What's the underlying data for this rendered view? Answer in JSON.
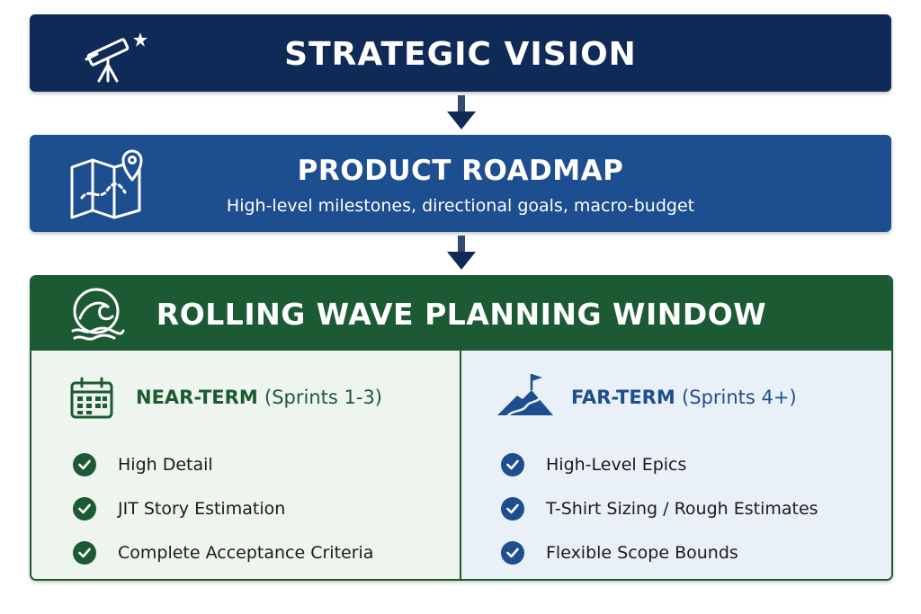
{
  "vision": {
    "title": "STRATEGIC VISION",
    "icon": "telescope-icon"
  },
  "roadmap": {
    "title": "PRODUCT ROADMAP",
    "subtitle": "High-level milestones, directional goals, macro-budget",
    "icon": "map-pin-icon"
  },
  "window": {
    "title": "ROLLING WAVE PLANNING WINDOW",
    "icon": "wave-icon",
    "near": {
      "heading": "NEAR-TERM",
      "heading_detail": "(Sprints 1-3)",
      "icon": "calendar-icon",
      "items": [
        "High Detail",
        "JIT Story Estimation",
        "Complete Acceptance Criteria"
      ]
    },
    "far": {
      "heading": "FAR-TERM",
      "heading_detail": "(Sprints 4+)",
      "icon": "mountain-flag-icon",
      "items": [
        "High-Level Epics",
        "T-Shirt Sizing / Rough Estimates",
        "Flexible Scope Bounds"
      ]
    }
  },
  "colors": {
    "vision": "#0f2a56",
    "roadmap": "#1d4e8f",
    "window": "#1c5a34",
    "near_bg": "#eef5ee",
    "far_bg": "#eaf0f8"
  }
}
